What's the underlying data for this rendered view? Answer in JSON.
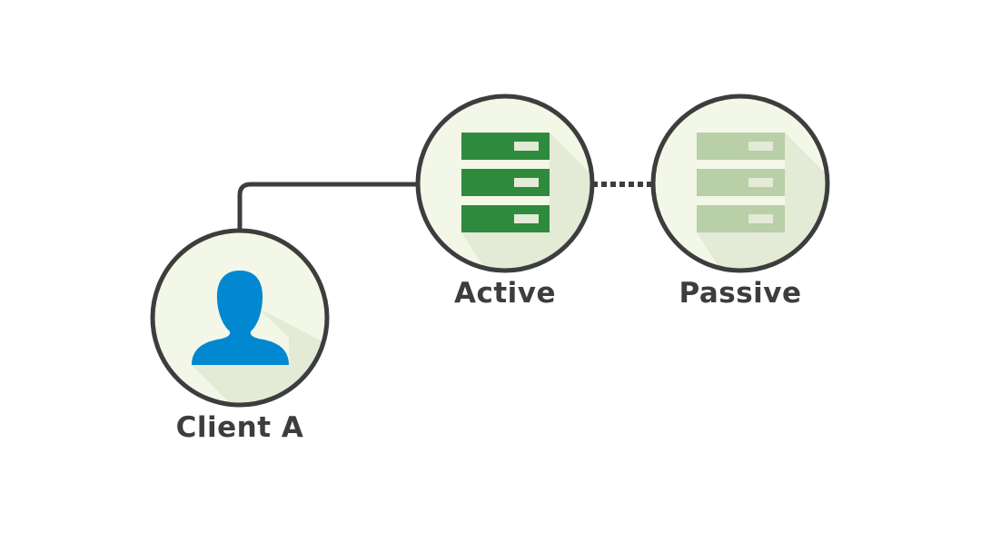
{
  "nodes": {
    "client": {
      "label": "Client A",
      "icon": "user-icon",
      "color": "#0288d1"
    },
    "active": {
      "label": "Active",
      "icon": "server-icon",
      "color": "#2e8b3e"
    },
    "passive": {
      "label": "Passive",
      "icon": "server-icon",
      "color": "#b8cfa8"
    }
  },
  "connections": [
    {
      "from": "Client A",
      "to": "Active",
      "style": "solid"
    },
    {
      "from": "Active",
      "to": "Passive",
      "style": "dotted"
    }
  ],
  "colors": {
    "circle_fill": "#f3f7e7",
    "shadow": "#e3ead5",
    "stroke": "#3d3d3d",
    "indicator": "#e3ead5"
  }
}
